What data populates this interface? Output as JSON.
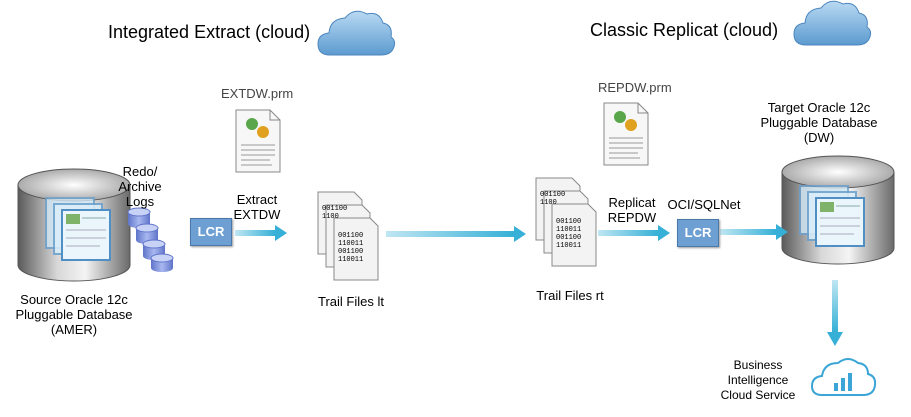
{
  "titles": {
    "extract": "Integrated Extract (cloud)",
    "replicat": "Classic Replicat (cloud)"
  },
  "source_db": {
    "line1": "Source Oracle 12c",
    "line2": "Pluggable Database",
    "line3": "(AMER)"
  },
  "redo_logs": {
    "line1": "Redo/",
    "line2": "Archive",
    "line3": "Logs"
  },
  "lcr_label": "LCR",
  "extract": {
    "param_file": "EXTDW.prm",
    "line1": "Extract",
    "line2": "EXTDW"
  },
  "trail_lt": "Trail Files lt",
  "trail_rt": "Trail Files rt",
  "replicat": {
    "param_file": "REPDW.prm",
    "line1": "Replicat",
    "line2": "REPDW"
  },
  "oci_label": "OCI/SQLNet",
  "target_db": {
    "line1": "Target Oracle 12c",
    "line2": "Pluggable Database",
    "line3": "(DW)"
  },
  "bi_service": {
    "line1": "Business",
    "line2": "Intelligence",
    "line3": "Cloud Service"
  },
  "trail_bits": [
    "001100",
    "1100",
    "001100",
    "110011",
    "001100",
    "110011"
  ],
  "colors": {
    "arrow": "#4cb8d8",
    "cloud": "#6fa8d6",
    "lcr": "#6d9fd3"
  }
}
